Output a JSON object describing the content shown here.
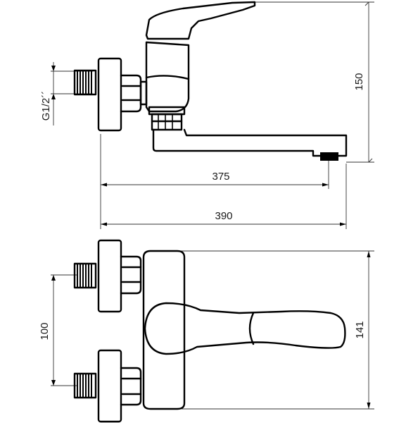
{
  "drawing": {
    "dimensions": {
      "thread": "G1/2´´",
      "height_side": "150",
      "spout_reach": "375",
      "overall_length": "390",
      "inlet_spacing": "100",
      "height_front": "141"
    }
  }
}
